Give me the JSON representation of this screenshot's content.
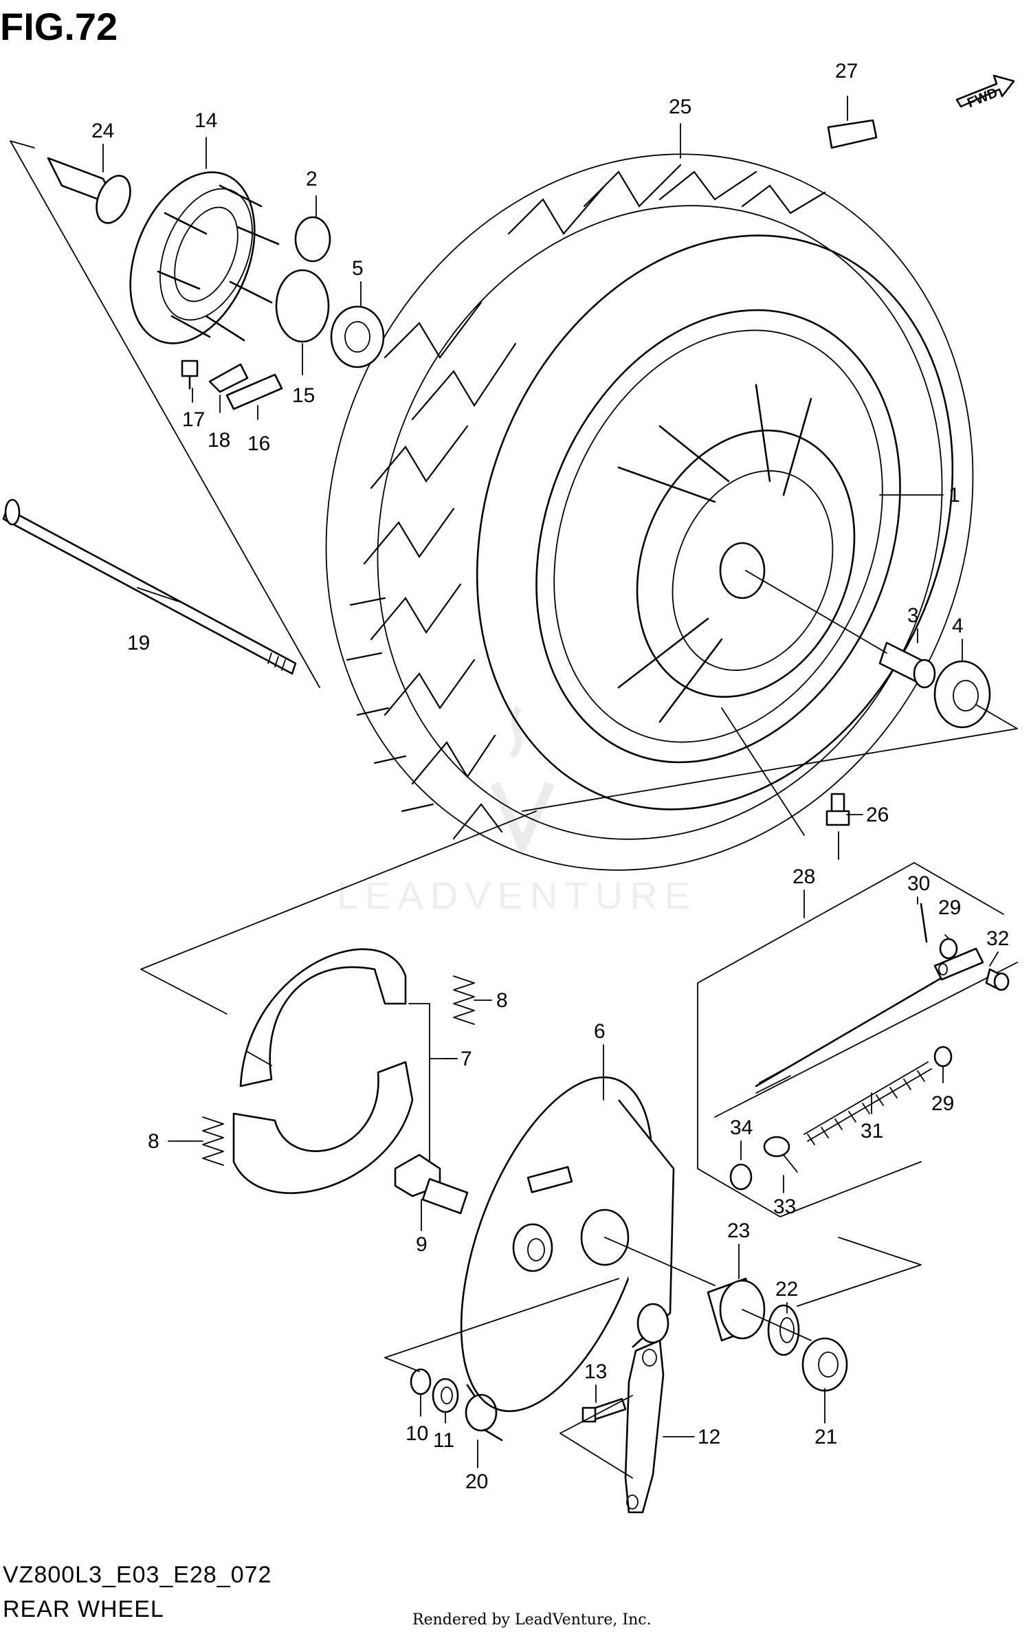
{
  "figure": {
    "title": "FIG.72",
    "code": "VZ800L3_E03_E28_072",
    "name": "REAR WHEEL",
    "rendered_by": "Rendered by LeadVenture, Inc.",
    "watermark": "LEADVENTURE",
    "fwd_label": "FWD"
  },
  "callouts": {
    "c1": "1",
    "c2": "2",
    "c3": "3",
    "c4": "4",
    "c5": "5",
    "c6": "6",
    "c7": "7",
    "c8": "8",
    "c9": "9",
    "c10": "10",
    "c11": "11",
    "c12": "12",
    "c13": "13",
    "c14": "14",
    "c15": "15",
    "c16": "16",
    "c17": "17",
    "c18": "18",
    "c19": "19",
    "c20": "20",
    "c21": "21",
    "c22": "22",
    "c23": "23",
    "c24": "24",
    "c25": "25",
    "c26": "26",
    "c27": "27",
    "c28": "28",
    "c29": "29",
    "c30": "30",
    "c31": "31",
    "c32": "32",
    "c33": "33",
    "c34": "34"
  }
}
